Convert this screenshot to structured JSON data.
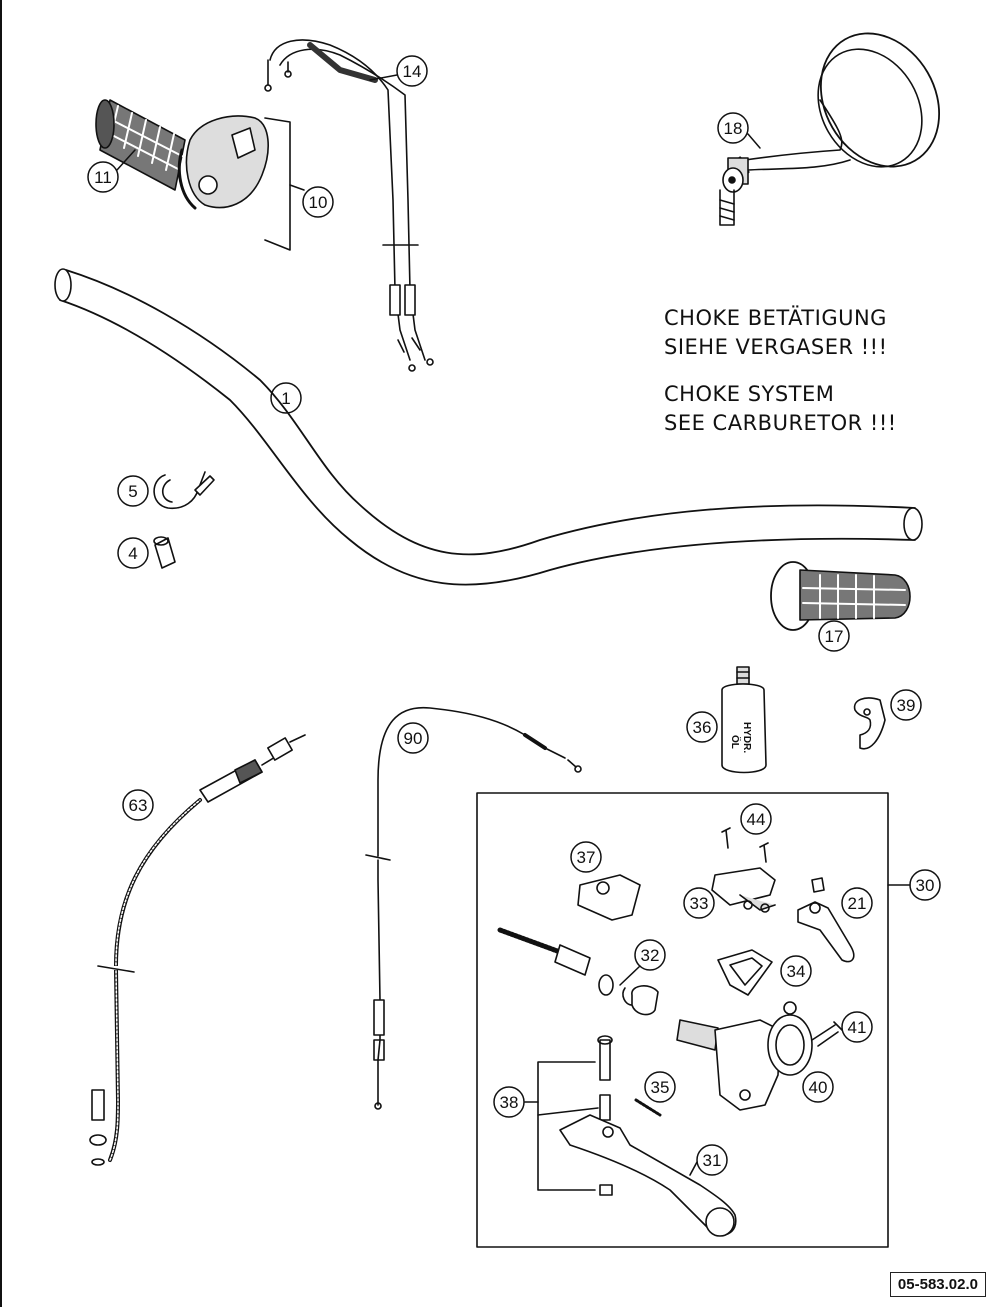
{
  "notes": {
    "de_line1": "CHOKE BETÄTIGUNG",
    "de_line2": "SIEHE VERGASER !!!",
    "en_line1": "CHOKE SYSTEM",
    "en_line2": "SEE CARBURETOR !!!"
  },
  "drawing_code": "05-583.02.0",
  "bottle_text": {
    "line1": "HYDR.",
    "line2": "ÖL"
  },
  "reservoir_text": "",
  "parts": [
    "1",
    "4",
    "5",
    "10",
    "11",
    "14",
    "17",
    "18",
    "21",
    "30",
    "31",
    "32",
    "33",
    "34",
    "35",
    "36",
    "37",
    "38",
    "39",
    "40",
    "41",
    "44",
    "63",
    "90"
  ]
}
